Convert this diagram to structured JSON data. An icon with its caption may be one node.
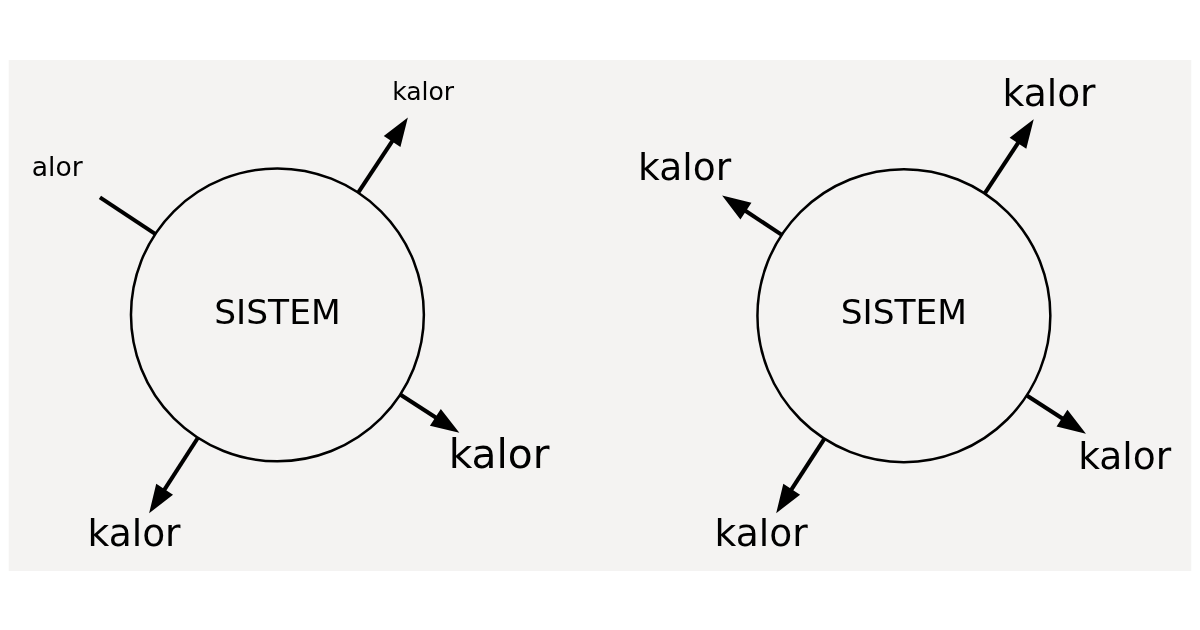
{
  "diagram": {
    "nodes": [
      {
        "text": [
          "SISTEM"
        ]
      },
      {
        "text": [
          "kalor"
        ]
      },
      {
        "text": [
          "kalor"
        ]
      },
      {
        "text": [
          "alor"
        ]
      },
      {
        "text": [
          "kalor"
        ]
      },
      {
        "text": [
          "SISTEM"
        ]
      },
      {
        "text": [
          "kalor"
        ]
      },
      {
        "text": [
          "kalor"
        ]
      },
      {
        "text": [
          "kalor"
        ]
      },
      {
        "text": [
          "kalor"
        ]
      }
    ],
    "edges": [
      {
        "from": 0,
        "to": 1,
        "arrow": "to"
      },
      {
        "from": 0,
        "to": 2,
        "arrow": "to"
      },
      {
        "from": 0,
        "to": 3,
        "arrow": "none"
      },
      {
        "from": 0,
        "to": 4,
        "arrow": "to"
      },
      {
        "from": 5,
        "to": 6,
        "arrow": "to"
      },
      {
        "from": 5,
        "to": 7,
        "arrow": "to"
      },
      {
        "from": 5,
        "to": 8,
        "arrow": "to"
      },
      {
        "from": 5,
        "to": 9,
        "arrow": "to"
      }
    ]
  }
}
